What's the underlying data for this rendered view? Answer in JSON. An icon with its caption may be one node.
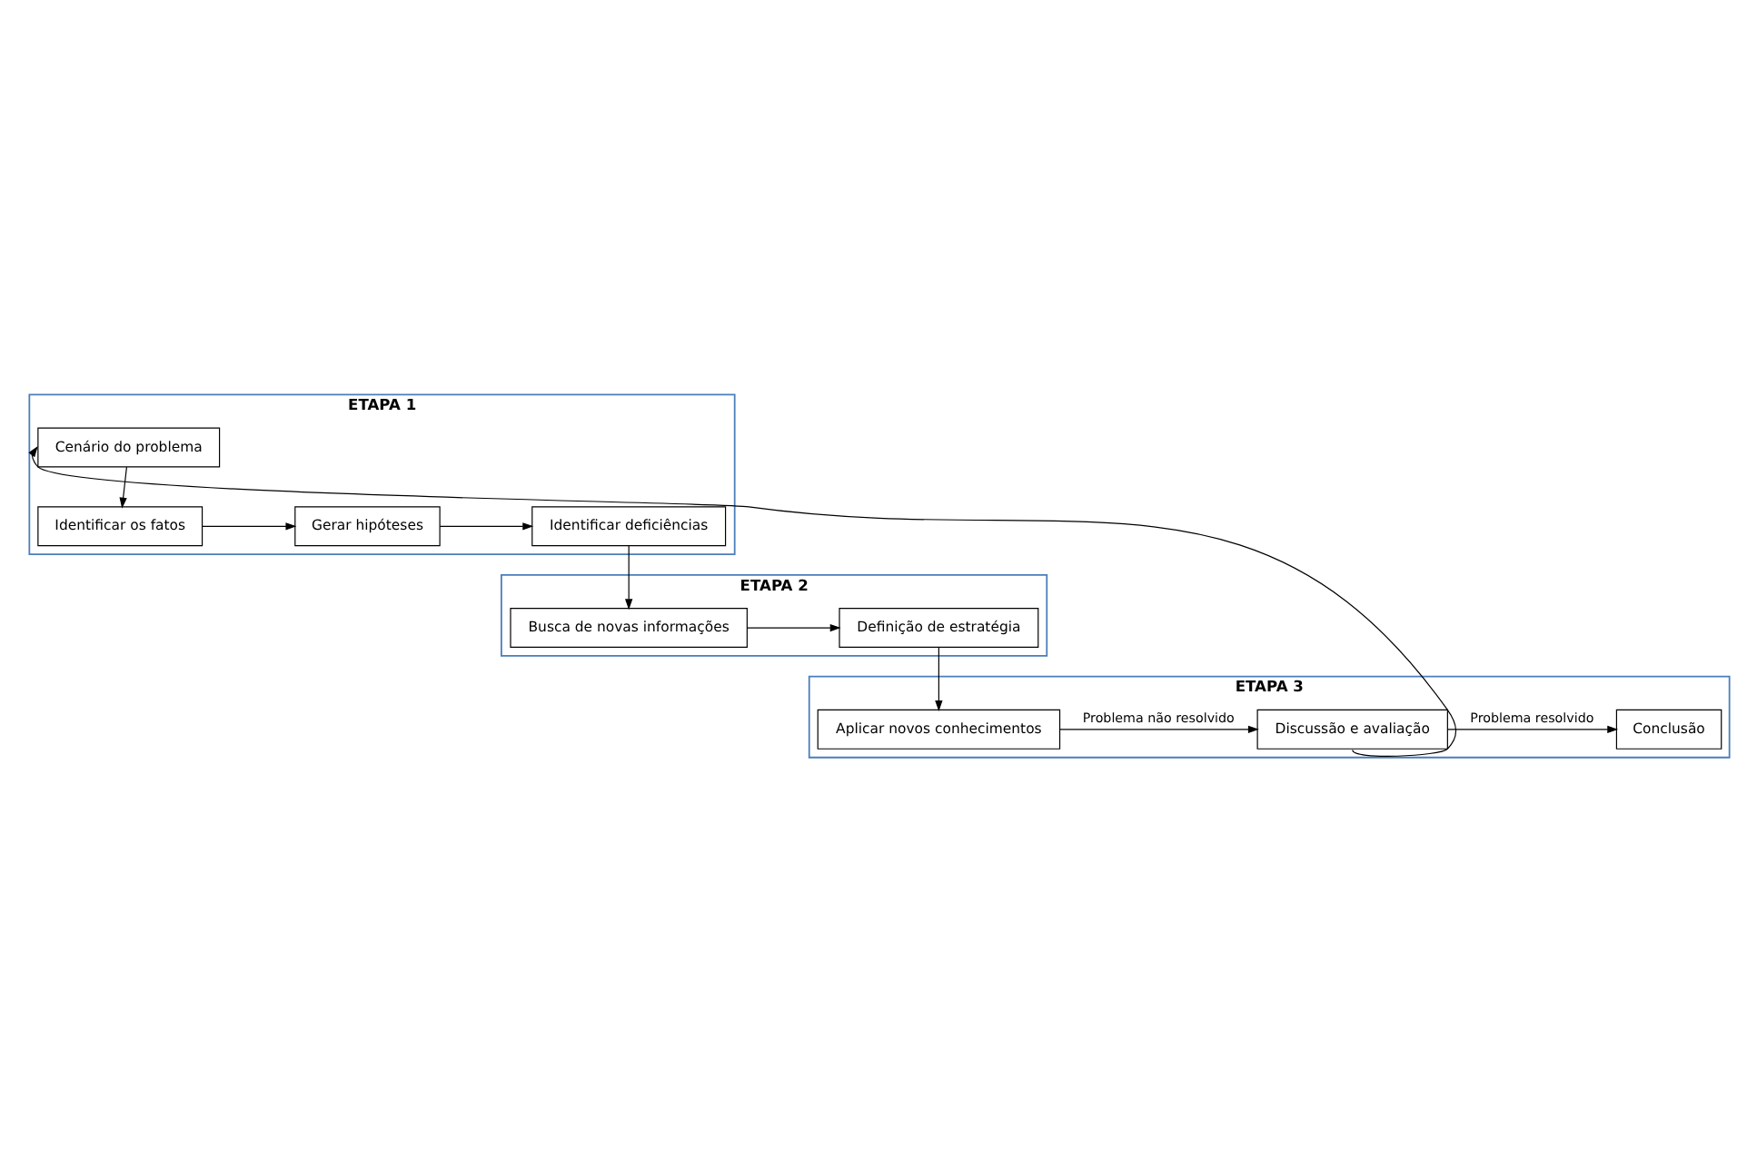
{
  "diagram": {
    "nodes": [
      {
        "text": [
          "ETAPA 1"
        ]
      },
      {
        "text": [
          "Cenário do problema"
        ],
        "in": 0
      },
      {
        "text": [
          "Identificar os fatos"
        ],
        "in": 0
      },
      {
        "text": [
          "Gerar hipóteses"
        ],
        "in": 0
      },
      {
        "text": [
          "Identificar deficiências"
        ],
        "in": 0
      },
      {
        "text": [
          "ETAPA 2"
        ]
      },
      {
        "text": [
          "Busca de novas informações"
        ],
        "in": 5
      },
      {
        "text": [
          "Definição de estratégia"
        ],
        "in": 5
      },
      {
        "text": [
          "ETAPA 3"
        ]
      },
      {
        "text": [
          "Aplicar novos conhecimentos"
        ],
        "in": 8
      },
      {
        "text": [
          "Discussão e avaliação"
        ],
        "in": 8
      },
      {
        "text": [
          "Conclusão"
        ],
        "in": 8
      }
    ],
    "edges": [
      {
        "from": 1,
        "to": 2,
        "arrow": "to"
      },
      {
        "from": 2,
        "to": 3,
        "arrow": "to"
      },
      {
        "from": 3,
        "to": 4,
        "arrow": "to"
      },
      {
        "from": 4,
        "to": 6,
        "arrow": "to"
      },
      {
        "from": 6,
        "to": 7,
        "arrow": "to"
      },
      {
        "from": 7,
        "to": 9,
        "arrow": "to"
      },
      {
        "from": 9,
        "to": 10,
        "label": "Problema não resolvido",
        "arrow": "to"
      },
      {
        "from": 10,
        "to": 11,
        "label": "Problema resolvido",
        "arrow": "to"
      },
      {
        "from": 10,
        "to": 1,
        "arrow": "to"
      }
    ]
  }
}
